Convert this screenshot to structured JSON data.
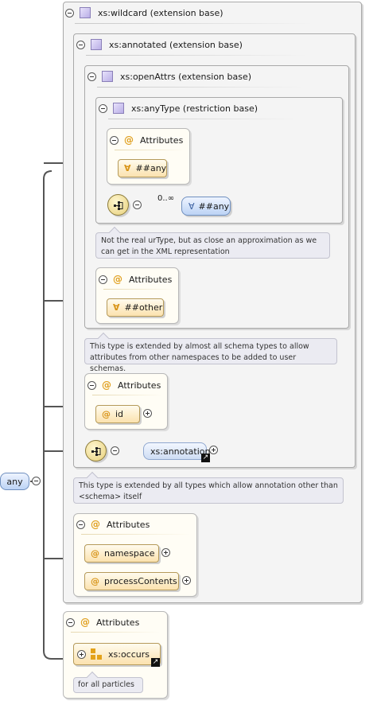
{
  "diagram": {
    "root": {
      "label": "any"
    },
    "wildcard": {
      "title": "xs:wildcard (extension base)"
    },
    "annotated": {
      "title": "xs:annotated (extension base)"
    },
    "openAttrs": {
      "title": "xs:openAttrs (extension base)"
    },
    "anyType": {
      "title": "xs:anyType (restriction base)",
      "attributes_label": "Attributes",
      "any_attr": "##any",
      "occurrence": "0..∞",
      "any_element": "##any",
      "note": "Not the real urType, but as close an approximation as we can get in the XML representation"
    },
    "openAttrs_attrs": {
      "label": "Attributes",
      "other": "##other"
    },
    "openAttrs_note": "This type is extended by almost all schema types to allow attributes from other namespaces to be added to user schemas.",
    "annotated_attrs": {
      "label": "Attributes",
      "id": "id"
    },
    "annotation_element": "xs:annotation",
    "annotated_note": "This type is extended by all types which allow annotation other than <schema> itself",
    "wildcard_attrs": {
      "label": "Attributes",
      "namespace": "namespace",
      "processContents": "processContents"
    },
    "any_attrs": {
      "label": "Attributes",
      "group": "xs:occurs",
      "note": "for all particles"
    },
    "glyphs": {
      "any_symbol": "∀",
      "at_symbol": "@",
      "link": "↗"
    },
    "colors": {
      "type_box": "#f4f4f4",
      "attr_box": "#fffdf5",
      "attr_pill": "#fbe2ae",
      "element_pill": "#bcd3f5",
      "note": "#ebebf2",
      "connector": "#555555"
    }
  }
}
